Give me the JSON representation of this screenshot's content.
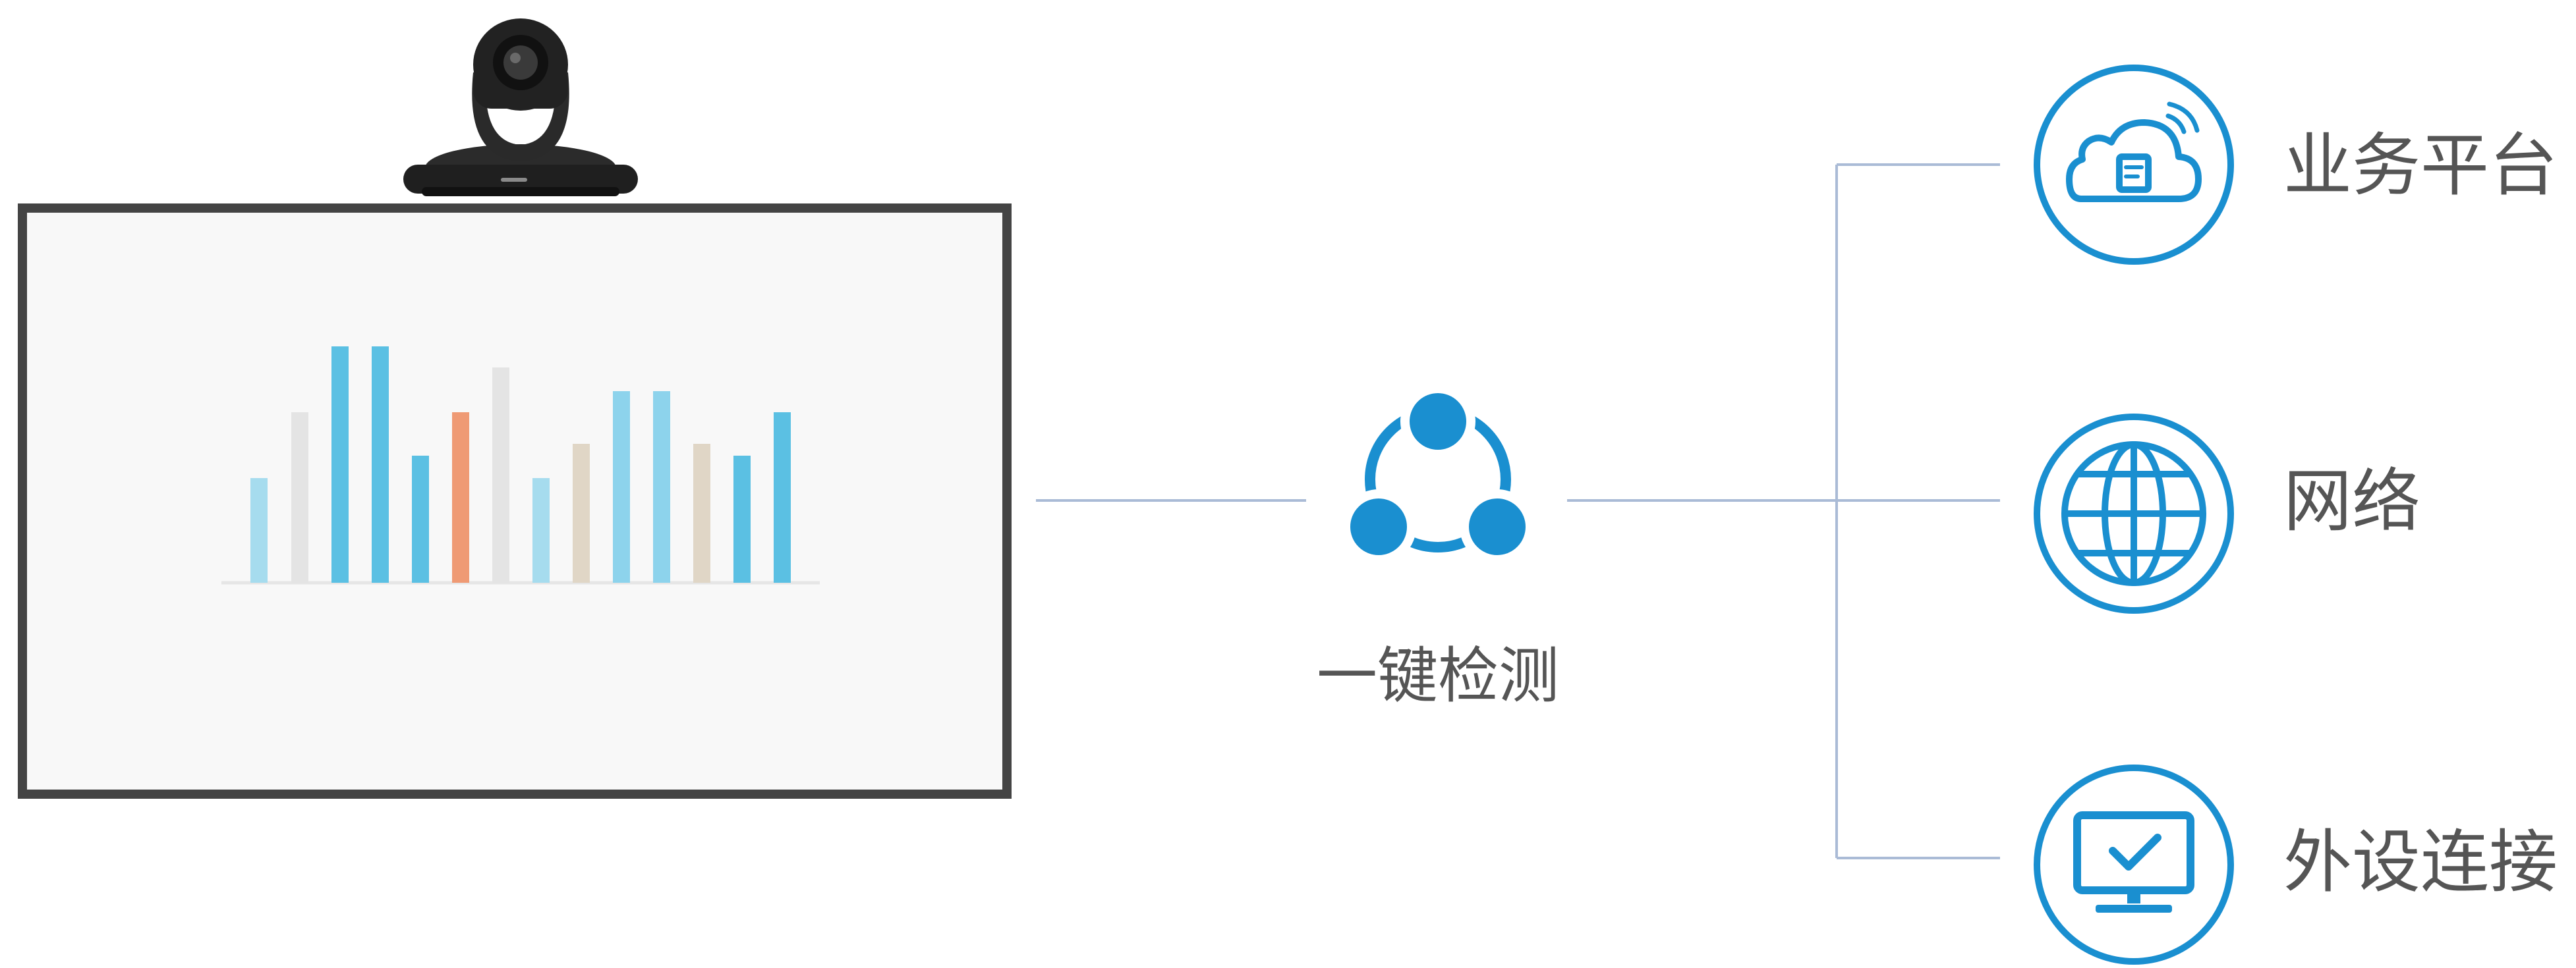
{
  "center_node": {
    "label": "一键检测",
    "icon": "share-network-icon"
  },
  "targets": [
    {
      "label": "业务平台",
      "icon": "cloud-document-icon"
    },
    {
      "label": "网络",
      "icon": "globe-icon"
    },
    {
      "label": "外设连接",
      "icon": "monitor-check-icon"
    }
  ],
  "device": {
    "camera_icon": "ptz-camera-icon",
    "screen_content_icon": "bar-graph-icon"
  },
  "colors": {
    "accent_blue": "#1a8fd0",
    "connector_line": "#aabbd6",
    "text": "#555555",
    "display_frame": "#444444",
    "display_screen": "#f8f8f8"
  }
}
